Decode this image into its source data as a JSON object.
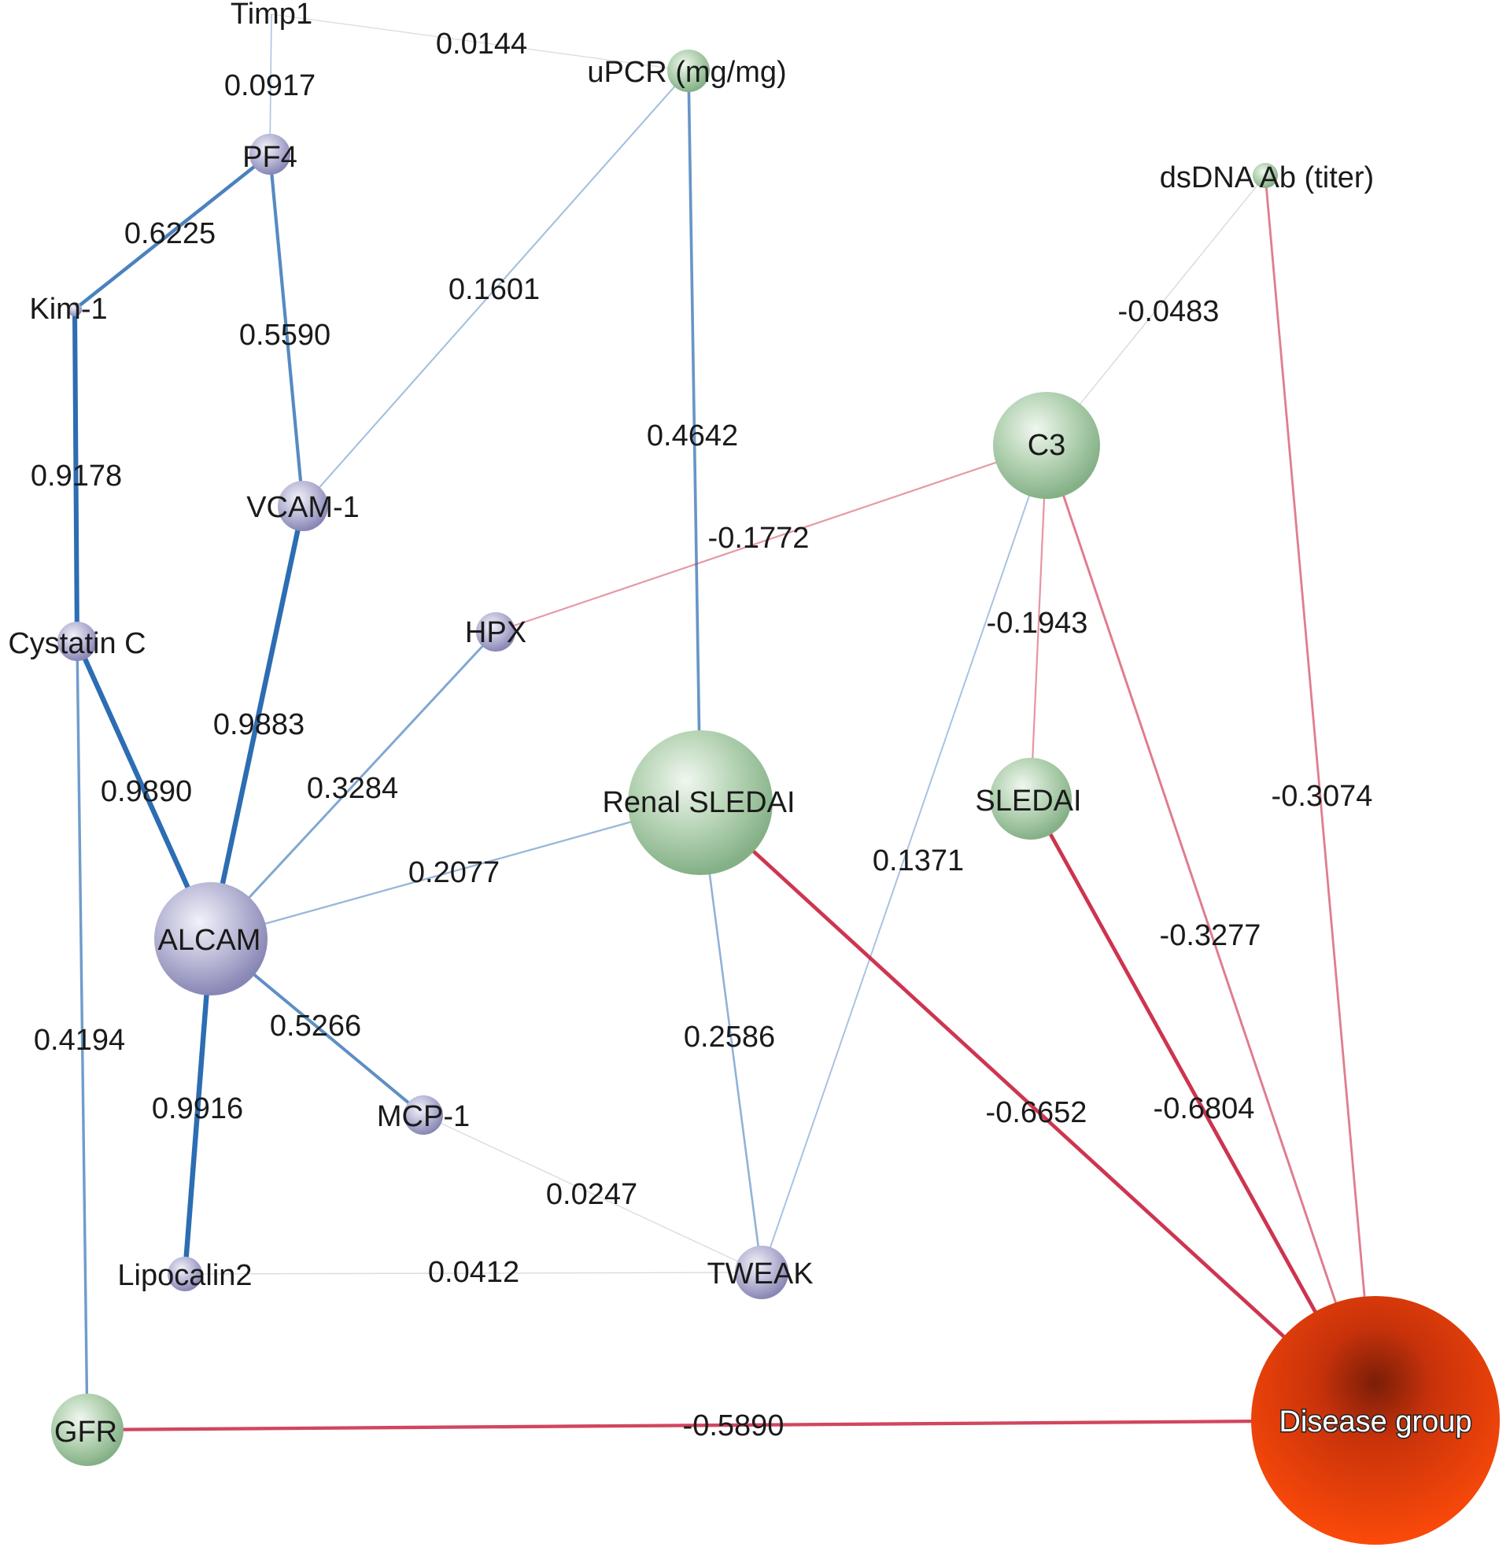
{
  "colors": {
    "protein_node": "#a9a8cc",
    "clinical_node": "#9bc29d",
    "outcome_node": "#f0400a",
    "positive_edge": "#2c6db3",
    "negative_edge": "#c8203d",
    "weak_edge": "#d2d2d2"
  },
  "nodes": [
    {
      "id": "timp1",
      "label": "Timp1",
      "group": "protein"
    },
    {
      "id": "upcr",
      "label": "uPCR (mg/mg)",
      "group": "clinical"
    },
    {
      "id": "pf4",
      "label": "PF4",
      "group": "protein"
    },
    {
      "id": "kim1",
      "label": "Kim-1",
      "group": "protein"
    },
    {
      "id": "dsdna",
      "label": "dsDNA Ab (titer)",
      "group": "clinical"
    },
    {
      "id": "c3",
      "label": "C3",
      "group": "clinical"
    },
    {
      "id": "vcam1",
      "label": "VCAM-1",
      "group": "protein"
    },
    {
      "id": "cystatinc",
      "label": "Cystatin C",
      "group": "protein"
    },
    {
      "id": "hpx",
      "label": "HPX",
      "group": "protein"
    },
    {
      "id": "renalsledai",
      "label": "Renal SLEDAI",
      "group": "clinical"
    },
    {
      "id": "sledai",
      "label": "SLEDAI",
      "group": "clinical"
    },
    {
      "id": "alcam",
      "label": "ALCAM",
      "group": "protein"
    },
    {
      "id": "mcp1",
      "label": "MCP-1",
      "group": "protein"
    },
    {
      "id": "lipocalin2",
      "label": "Lipocalin2",
      "group": "protein"
    },
    {
      "id": "tweak",
      "label": "TWEAK",
      "group": "protein"
    },
    {
      "id": "gfr",
      "label": "GFR",
      "group": "clinical"
    },
    {
      "id": "disease",
      "label": "Disease group",
      "group": "outcome"
    }
  ],
  "edges": [
    {
      "source": "timp1",
      "target": "upcr",
      "weight": "0.0144"
    },
    {
      "source": "timp1",
      "target": "pf4",
      "weight": "0.0917"
    },
    {
      "source": "pf4",
      "target": "kim1",
      "weight": "0.6225"
    },
    {
      "source": "pf4",
      "target": "vcam1",
      "weight": "0.5590"
    },
    {
      "source": "upcr",
      "target": "vcam1",
      "weight": "0.1601"
    },
    {
      "source": "upcr",
      "target": "renalsledai",
      "weight": "0.4642"
    },
    {
      "source": "dsdna",
      "target": "c3",
      "weight": "-0.0483"
    },
    {
      "source": "dsdna",
      "target": "disease",
      "weight": "-0.3074"
    },
    {
      "source": "kim1",
      "target": "cystatinc",
      "weight": "0.9178"
    },
    {
      "source": "c3",
      "target": "hpx",
      "weight": "-0.1772"
    },
    {
      "source": "c3",
      "target": "sledai",
      "weight": "-0.1943"
    },
    {
      "source": "c3",
      "target": "tweak",
      "weight": "0.1371"
    },
    {
      "source": "c3",
      "target": "disease",
      "weight": "-0.3277"
    },
    {
      "source": "vcam1",
      "target": "alcam",
      "weight": "0.9883"
    },
    {
      "source": "cystatinc",
      "target": "alcam",
      "weight": "0.9890"
    },
    {
      "source": "cystatinc",
      "target": "gfr",
      "weight": "0.4194"
    },
    {
      "source": "hpx",
      "target": "alcam",
      "weight": "0.3284"
    },
    {
      "source": "renalsledai",
      "target": "alcam",
      "weight": "0.2077"
    },
    {
      "source": "renalsledai",
      "target": "tweak",
      "weight": "0.2586"
    },
    {
      "source": "renalsledai",
      "target": "disease",
      "weight": "-0.6652"
    },
    {
      "source": "sledai",
      "target": "disease",
      "weight": "-0.6804"
    },
    {
      "source": "alcam",
      "target": "mcp1",
      "weight": "0.5266"
    },
    {
      "source": "alcam",
      "target": "lipocalin2",
      "weight": "0.9916"
    },
    {
      "source": "mcp1",
      "target": "tweak",
      "weight": "0.0247"
    },
    {
      "source": "lipocalin2",
      "target": "tweak",
      "weight": "0.0412"
    },
    {
      "source": "gfr",
      "target": "disease",
      "weight": "-0.5890"
    }
  ]
}
